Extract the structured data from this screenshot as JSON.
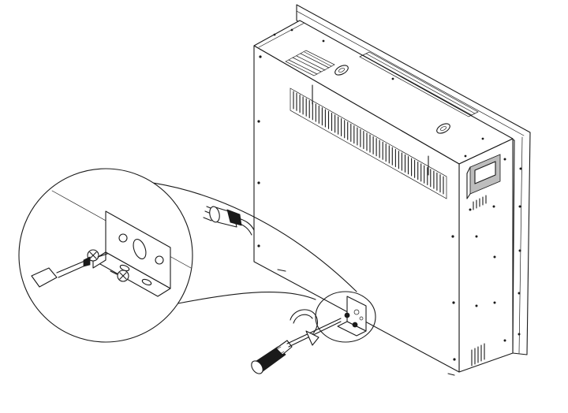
{
  "figure": {
    "parts": [
      "heater-unit",
      "front-frame",
      "top-vent-grille",
      "rear-vent-slots",
      "handle",
      "power-plug",
      "mounting-bracket",
      "screws",
      "screwdriver",
      "magnified-detail-circle"
    ],
    "colors": {
      "line": "#1a1a1a",
      "background": "#ffffff",
      "handle_fill": "#bdbdbd"
    }
  }
}
